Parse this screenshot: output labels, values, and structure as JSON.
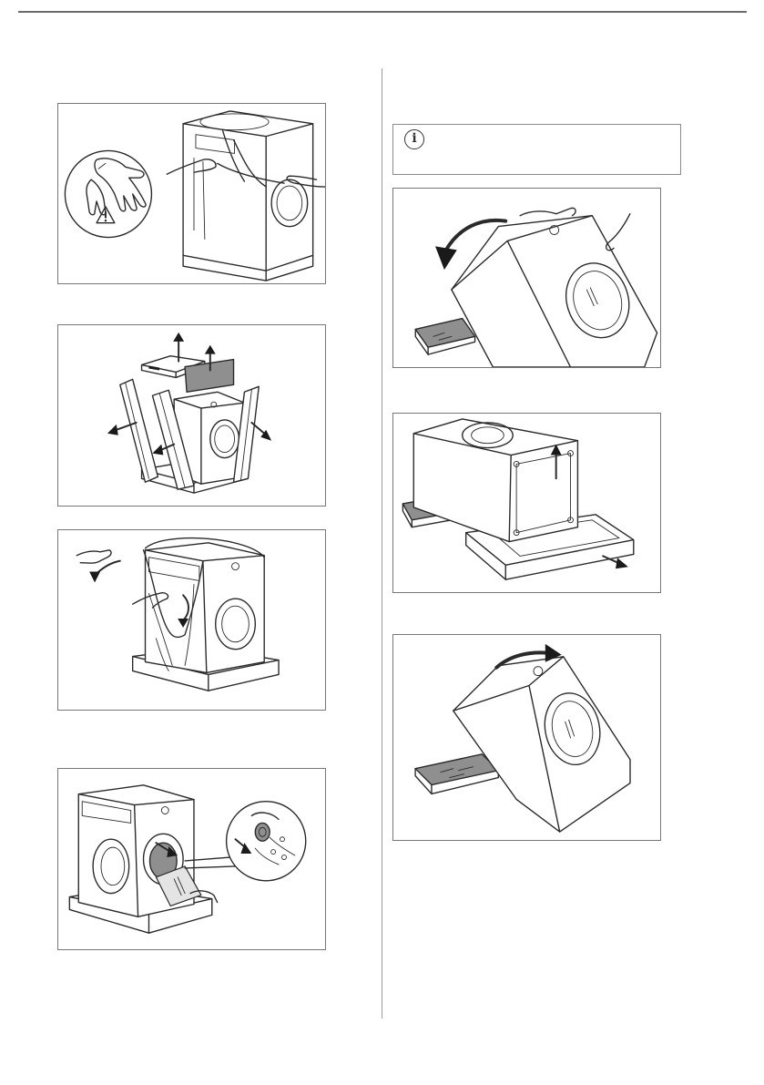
{
  "note": {
    "icon": "info-icon",
    "icon_glyph": "i",
    "text": ""
  },
  "figures": [
    {
      "id": "fig-remove-cover-gloves",
      "icons": [
        "gloves-icon",
        "warning-icon"
      ]
    },
    {
      "id": "fig-remove-corner-posts"
    },
    {
      "id": "fig-remove-plastic-bag"
    },
    {
      "id": "fig-open-door-remove-accessories"
    },
    {
      "id": "fig-tilt-back-on-polystyrene"
    },
    {
      "id": "fig-remove-base"
    },
    {
      "id": "fig-tilt-upright"
    }
  ],
  "colors": {
    "line": "#2a2a2a",
    "fill_gray": "#8f8f8f",
    "border": "#777777"
  }
}
